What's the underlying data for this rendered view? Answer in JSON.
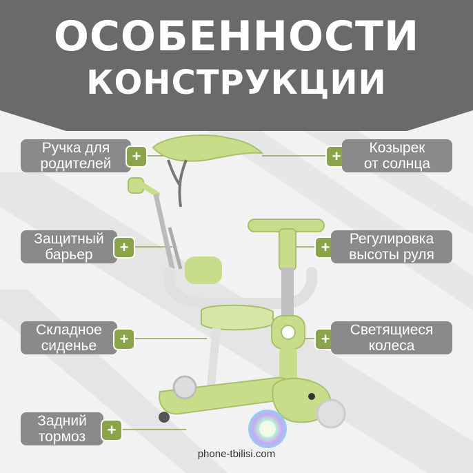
{
  "title": {
    "line1": "ОСОБЕННОСТИ",
    "line2": "КОНСТРУКЦИИ"
  },
  "features": {
    "parent_handle": {
      "line1": "Ручка для",
      "line2": "родителей"
    },
    "sun_visor": {
      "line1": "Козырек",
      "line2": "от солнца"
    },
    "safety_bar": {
      "line1": "Защитный",
      "line2": "барьер"
    },
    "handlebar_height": {
      "line1": "Регулировка",
      "line2": "высоты руля"
    },
    "folding_seat": {
      "line1": "Складное",
      "line2": "сиденье"
    },
    "light_wheels": {
      "line1": "Светящиеся",
      "line2": "колеса"
    },
    "rear_brake": {
      "line1": "Задний",
      "line2": "тормоз"
    }
  },
  "plus_symbol": "+",
  "footer": {
    "site": "phone-tbilisi.com"
  },
  "colors": {
    "accent": "#8aa44a",
    "label_bg": "#8a8a8a",
    "header_bg": "#6a6a6a",
    "scooter_green": "#c8dd8a"
  }
}
